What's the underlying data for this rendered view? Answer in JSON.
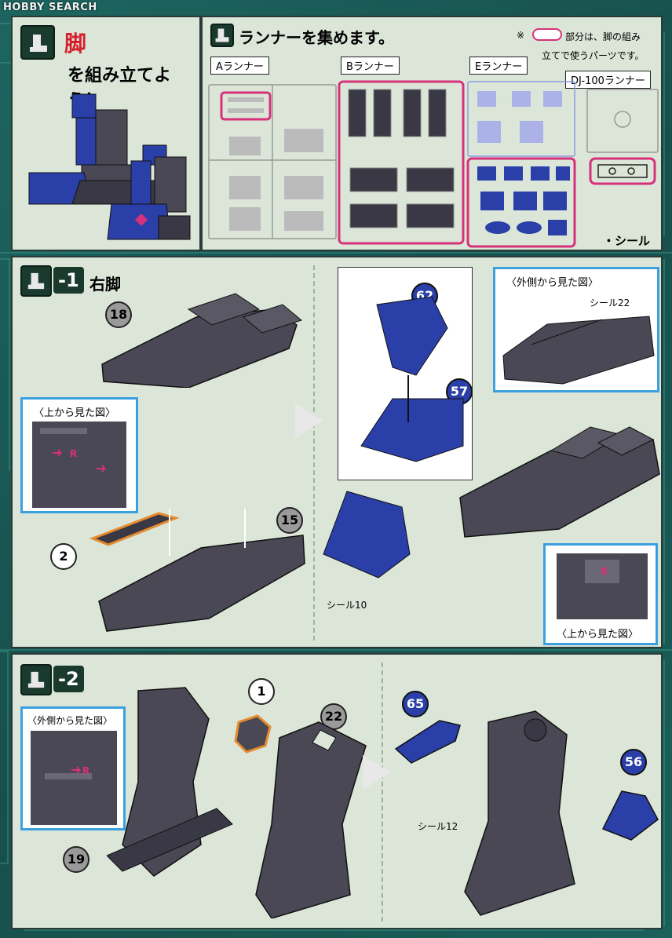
{
  "watermark": "HOBBY SEARCH",
  "header_step": {
    "kanji": "脚",
    "title": "を組み立てよう！"
  },
  "runners": {
    "heading": "ランナーを集めます。",
    "note_line1": "部分は、脚の組み",
    "note_line2": "立てで使うパーツです。",
    "note_mark": "※",
    "labels": [
      "Aランナー",
      "Bランナー",
      "Eランナー",
      "DJ-100ランナー"
    ],
    "seal": "・シール"
  },
  "step1": {
    "tag": "-1",
    "title": "右脚",
    "parts": [
      "18",
      "15",
      "2",
      "62",
      "57"
    ],
    "callout_top": "〈上から見た図〉",
    "callout_side": "〈外側から見た図〉",
    "callout_bottom": "〈上から見た図〉",
    "seal_a": "シール22",
    "seal_b": "シール10",
    "mark_r": "R"
  },
  "step2": {
    "tag": "-2",
    "parts": [
      "1",
      "22",
      "19",
      "65",
      "56"
    ],
    "callout_side": "〈外側から見た図〉",
    "seal_c": "シール12",
    "mark_r": "R"
  },
  "colors": {
    "panel": "#dbe6d8",
    "accent_pink": "#d6317a",
    "callout_blue": "#3ba0e0",
    "part_blue": "#2a3fa8",
    "part_gray": "#4a4854"
  }
}
